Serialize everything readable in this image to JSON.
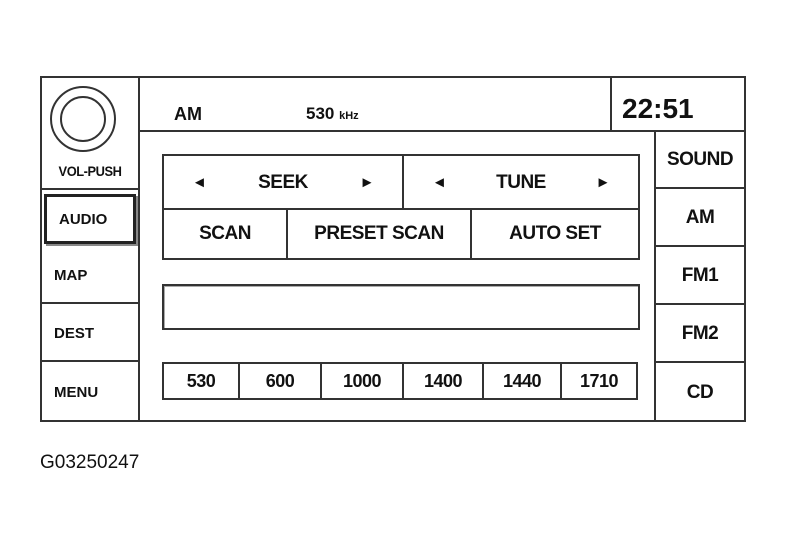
{
  "left": {
    "knob_label": "VOL-PUSH",
    "buttons": [
      {
        "label": "AUDIO",
        "selected": true
      },
      {
        "label": "MAP",
        "selected": false
      },
      {
        "label": "DEST",
        "selected": false
      },
      {
        "label": "MENU",
        "selected": false
      }
    ]
  },
  "status": {
    "band": "AM",
    "frequency": "530",
    "frequency_unit": "kHz",
    "clock": "22:51"
  },
  "controls": {
    "seek_label": "SEEK",
    "tune_label": "TUNE",
    "seek_prev_icon": "◄",
    "seek_next_icon": "►",
    "tune_prev_icon": "◄",
    "tune_next_icon": "►",
    "scan_label": "SCAN",
    "preset_scan_label": "PRESET SCAN",
    "auto_set_label": "AUTO SET"
  },
  "display": {
    "text": ""
  },
  "presets": [
    "530",
    "600",
    "1000",
    "1400",
    "1440",
    "1710"
  ],
  "right": {
    "buttons": [
      "SOUND",
      "AM",
      "FM1",
      "FM2",
      "CD"
    ]
  },
  "caption": "G03250247"
}
